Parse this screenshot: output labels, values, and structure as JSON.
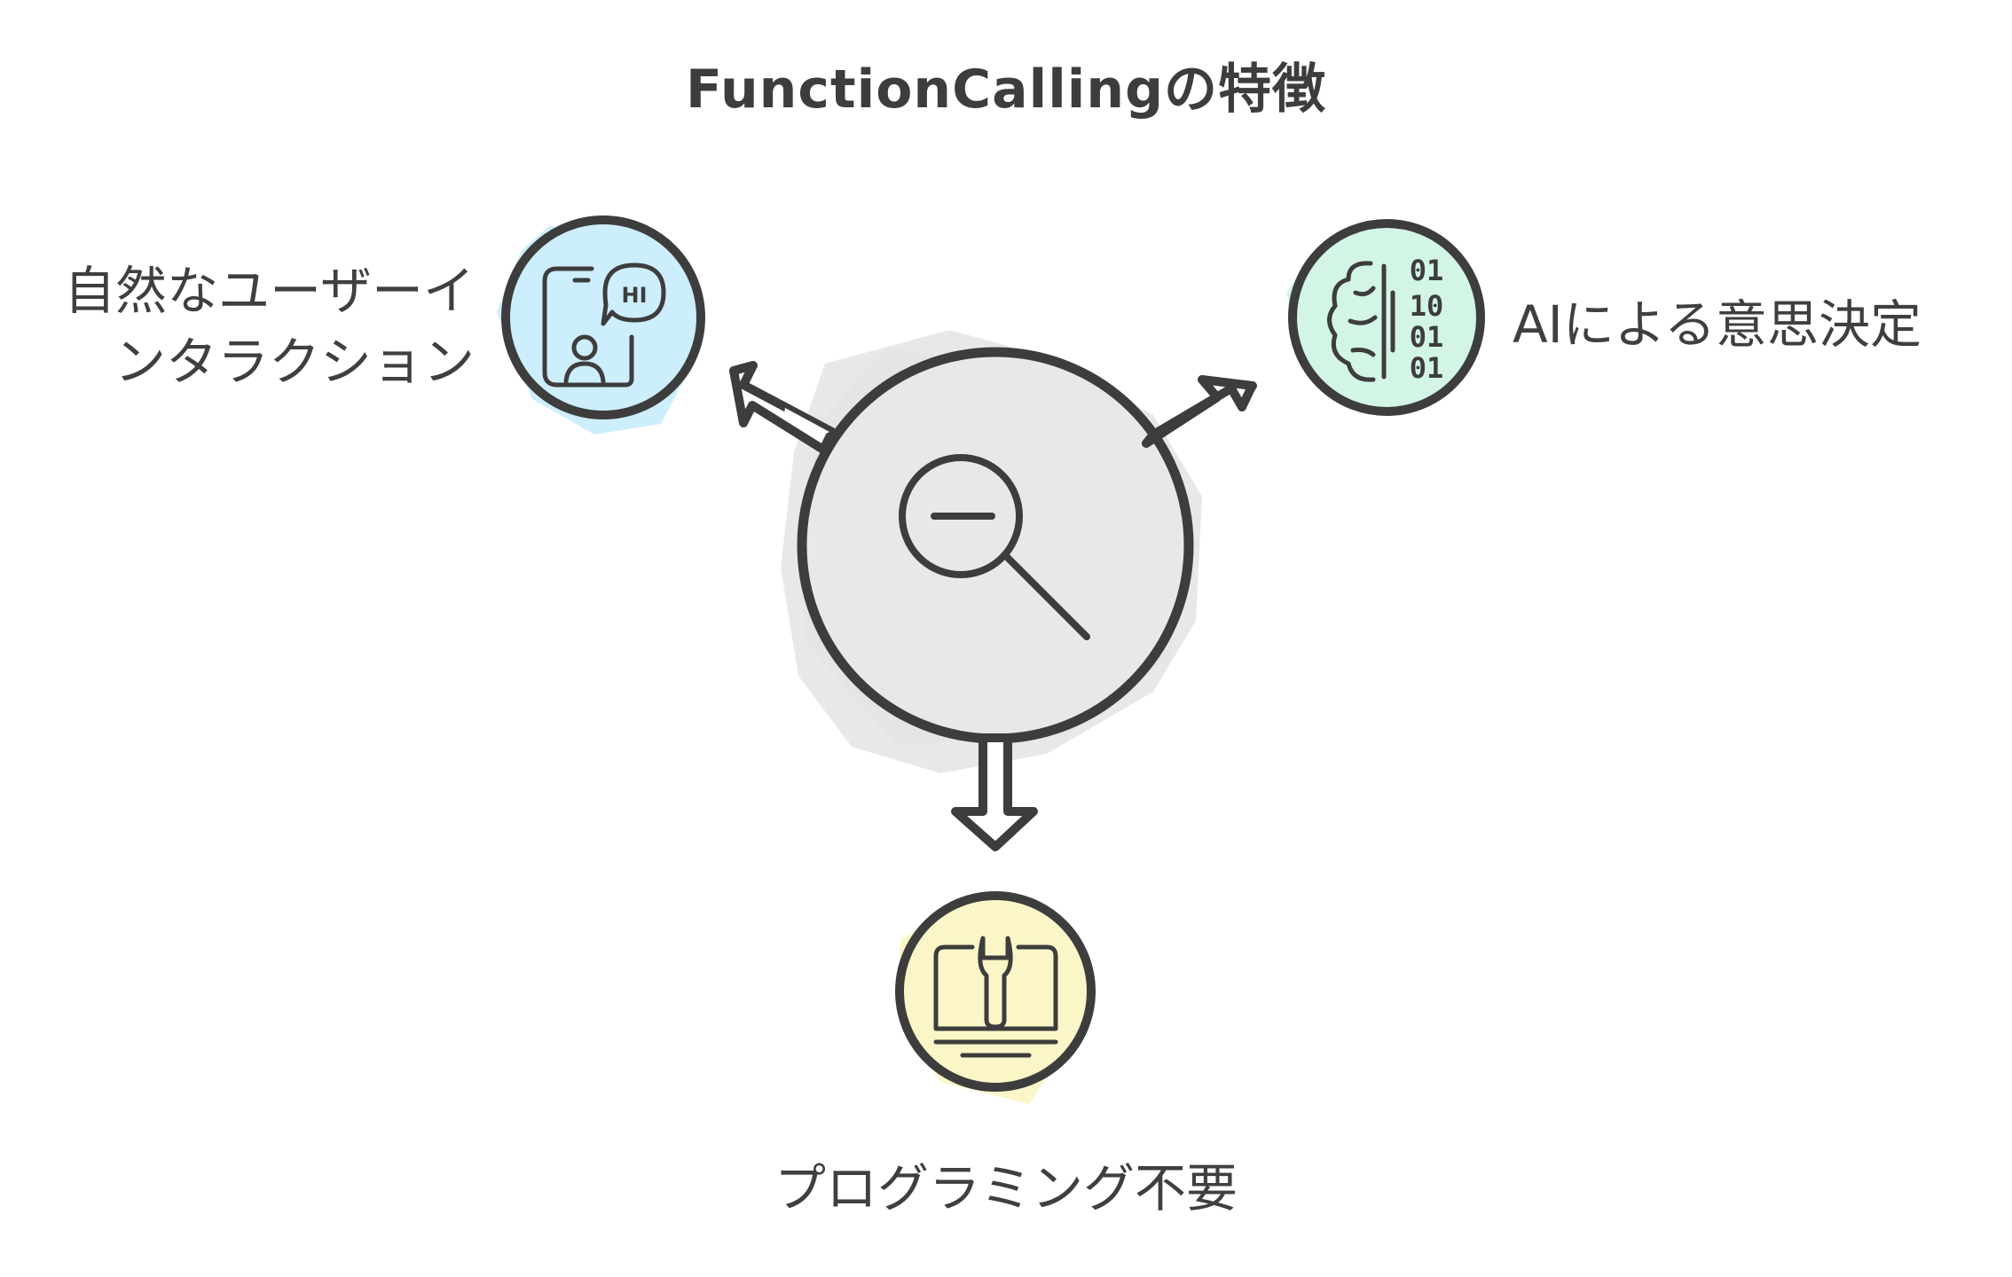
{
  "title": "FunctionCallingの特徴",
  "center": {
    "icon": "magnifier-minus-icon",
    "fill": "#e8e8e8"
  },
  "nodes": [
    {
      "id": "natural-interaction",
      "label_lines": [
        "自然なユーザーイ",
        "ンタラクション"
      ],
      "icon": "phone-chat-icon",
      "icon_text": "HI",
      "color": "#cdeefc"
    },
    {
      "id": "ai-decision",
      "label": "AIによる意思決定",
      "icon": "brain-binary-icon",
      "icon_text": [
        "01",
        "10",
        "01",
        "01"
      ],
      "color": "#d3f5e6"
    },
    {
      "id": "no-programming",
      "label": "プログラミング不要",
      "icon": "wrench-monitor-icon",
      "color": "#fbf6c8"
    }
  ],
  "stroke_color": "#3d3d3d"
}
